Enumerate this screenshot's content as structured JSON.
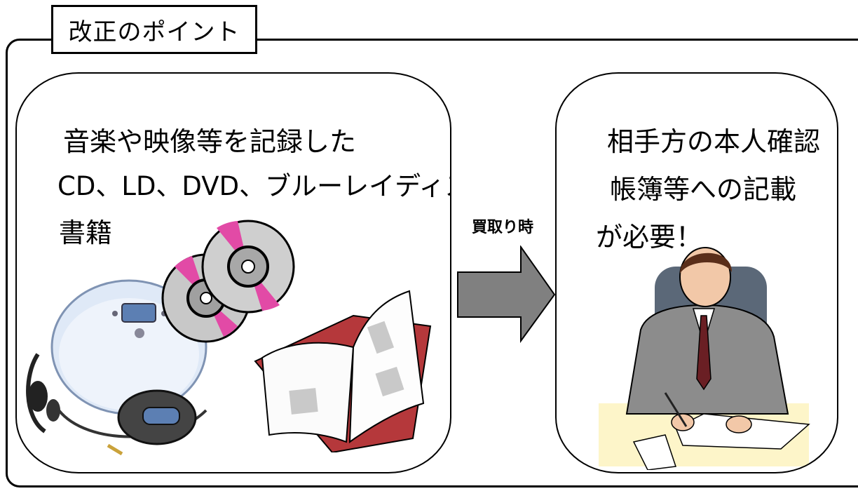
{
  "title": "改正のポイント",
  "left_panel": {
    "line1": "音楽や映像等を記録した",
    "line2": "CD、LD、DVD、ブルーレイディスク等",
    "line3": "書籍"
  },
  "arrow_label": "買取り時",
  "right_panel": {
    "line1": "相手方の本人確認",
    "line2": "帳簿等への記載",
    "line3": "が必要！"
  },
  "colors": {
    "arrow_fill": "#808080",
    "desk": "#fdf5c9",
    "book_cover": "#b5383b",
    "suit": "#8c8c8c"
  }
}
